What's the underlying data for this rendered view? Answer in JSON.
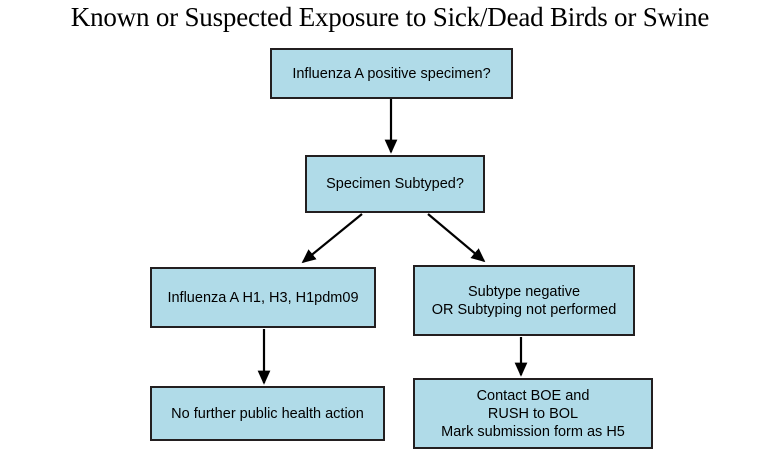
{
  "title": "Known or Suspected Exposure to Sick/Dead Birds or Swine",
  "colors": {
    "node_fill": "#b0dbe8",
    "node_border": "#231f20",
    "edge": "#000000",
    "text": "#000000",
    "background": "#ffffff"
  },
  "nodes": {
    "influenza_positive": {
      "id": "influenza-positive",
      "lines": [
        "Influenza A positive specimen?"
      ]
    },
    "specimen_subtyped": {
      "id": "specimen-subtyped",
      "lines": [
        "Specimen Subtyped?"
      ]
    },
    "subtypes_known": {
      "id": "subtypes-known",
      "lines": [
        "Influenza A H1, H3, H1pdm09"
      ]
    },
    "subtype_negative": {
      "id": "subtype-negative",
      "lines": [
        "Subtype negative",
        "OR Subtyping not performed"
      ]
    },
    "no_action": {
      "id": "no-action",
      "lines": [
        "No further public health action"
      ]
    },
    "contact_boe": {
      "id": "contact-boe",
      "lines": [
        "Contact BOE and",
        "RUSH to BOL",
        "Mark submission form as H5"
      ]
    }
  },
  "edges": [
    {
      "name": "edge-influenza-to-subtyped",
      "from": "influenza_positive",
      "to": "specimen_subtyped",
      "label": ""
    },
    {
      "name": "edge-subtyped-to-subtypes-known",
      "from": "specimen_subtyped",
      "to": "subtypes_known",
      "label": ""
    },
    {
      "name": "edge-subtyped-to-subtype-negative",
      "from": "specimen_subtyped",
      "to": "subtype_negative",
      "label": ""
    },
    {
      "name": "edge-subtypes-known-to-no-action",
      "from": "subtypes_known",
      "to": "no_action",
      "label": ""
    },
    {
      "name": "edge-subtype-negative-to-contact-boe",
      "from": "subtype_negative",
      "to": "contact_boe",
      "label": ""
    }
  ]
}
